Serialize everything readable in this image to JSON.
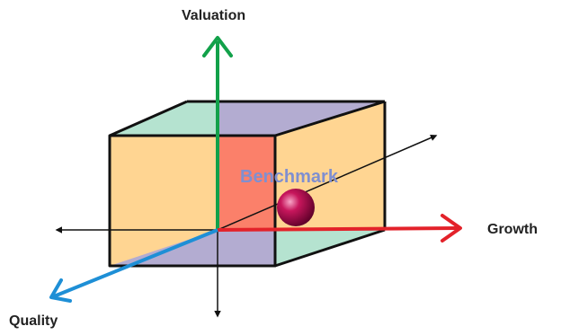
{
  "axes": {
    "valuation": {
      "label": "Valuation",
      "color": "#12a14a"
    },
    "growth": {
      "label": "Growth",
      "color": "#e3222a"
    },
    "quality": {
      "label": "Quality",
      "color": "#1e8fd6"
    }
  },
  "benchmark": {
    "label": "Benchmark",
    "marker_color": "#a0104a",
    "label_color": "#7f8fd0"
  },
  "colors": {
    "orange_face": "#ffd592",
    "mint_face": "#b5e3d0",
    "lavender_face": "#b3acd1",
    "salmon_face": "#fb806a",
    "edge": "#111111",
    "black_axis": "#111111"
  }
}
